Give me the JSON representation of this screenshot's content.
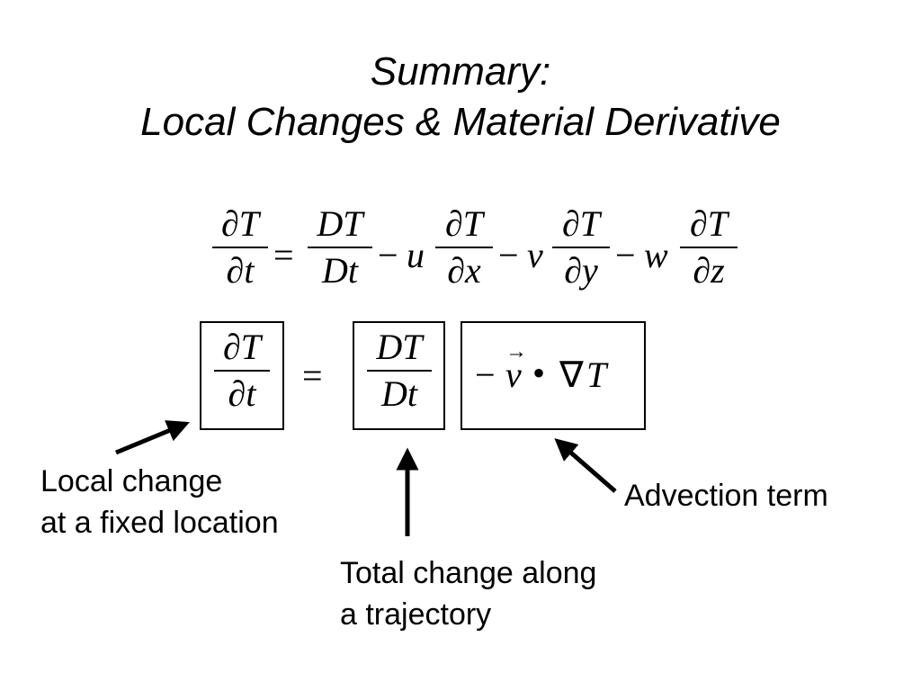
{
  "title": {
    "line1": "Summary:",
    "line2": "Local Changes & Material Derivative"
  },
  "equation1": {
    "lhs_num": "∂T",
    "lhs_den": "∂t",
    "equals": "=",
    "term1_num": "DT",
    "term1_den": "Dt",
    "minus": "−",
    "u": "u",
    "term2_num": "∂T",
    "term2_den": "∂x",
    "v": "v",
    "term3_num": "∂T",
    "term3_den": "∂y",
    "w": "w",
    "term4_num": "∂T",
    "term4_den": "∂z"
  },
  "equation2": {
    "local_num": "∂T",
    "local_den": "∂t",
    "equals": "=",
    "total_num": "DT",
    "total_den": "Dt",
    "advection_minus": "−",
    "advection_v": "v",
    "advection_vec_arrow": "→",
    "advection_dot": "•",
    "advection_nabla": "∇",
    "advection_T": "T"
  },
  "labels": {
    "local_line1": "Local change",
    "local_line2": "at a fixed location",
    "total_line1": "Total change along",
    "total_line2": "a trajectory",
    "advection": "Advection term"
  }
}
